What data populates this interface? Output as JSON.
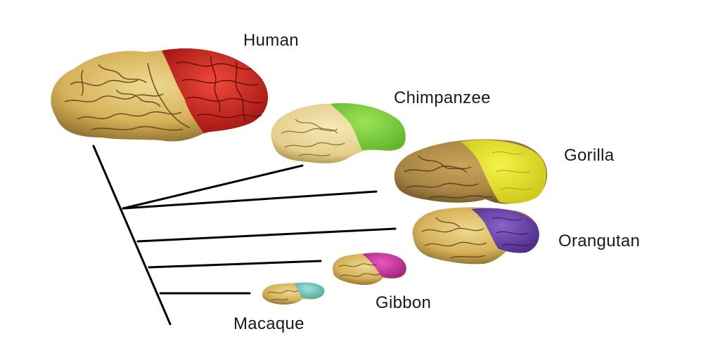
{
  "labels": {
    "human": "Human",
    "chimpanzee": "Chimpanzee",
    "gorilla": "Gorilla",
    "orangutan": "Orangutan",
    "gibbon": "Gibbon",
    "macaque": "Macaque"
  },
  "colors": {
    "brain_base": "#d9b65c",
    "sulci": "#5c4318",
    "human_region": "#d1221c",
    "chimpanzee_region": "#7ed23a",
    "gorilla_region": "#e6e21e",
    "orangutan_region": "#6e3fa6",
    "gibbon_region": "#cf2f9f",
    "macaque_region": "#6fc7bd",
    "tree_line": "#000000"
  }
}
